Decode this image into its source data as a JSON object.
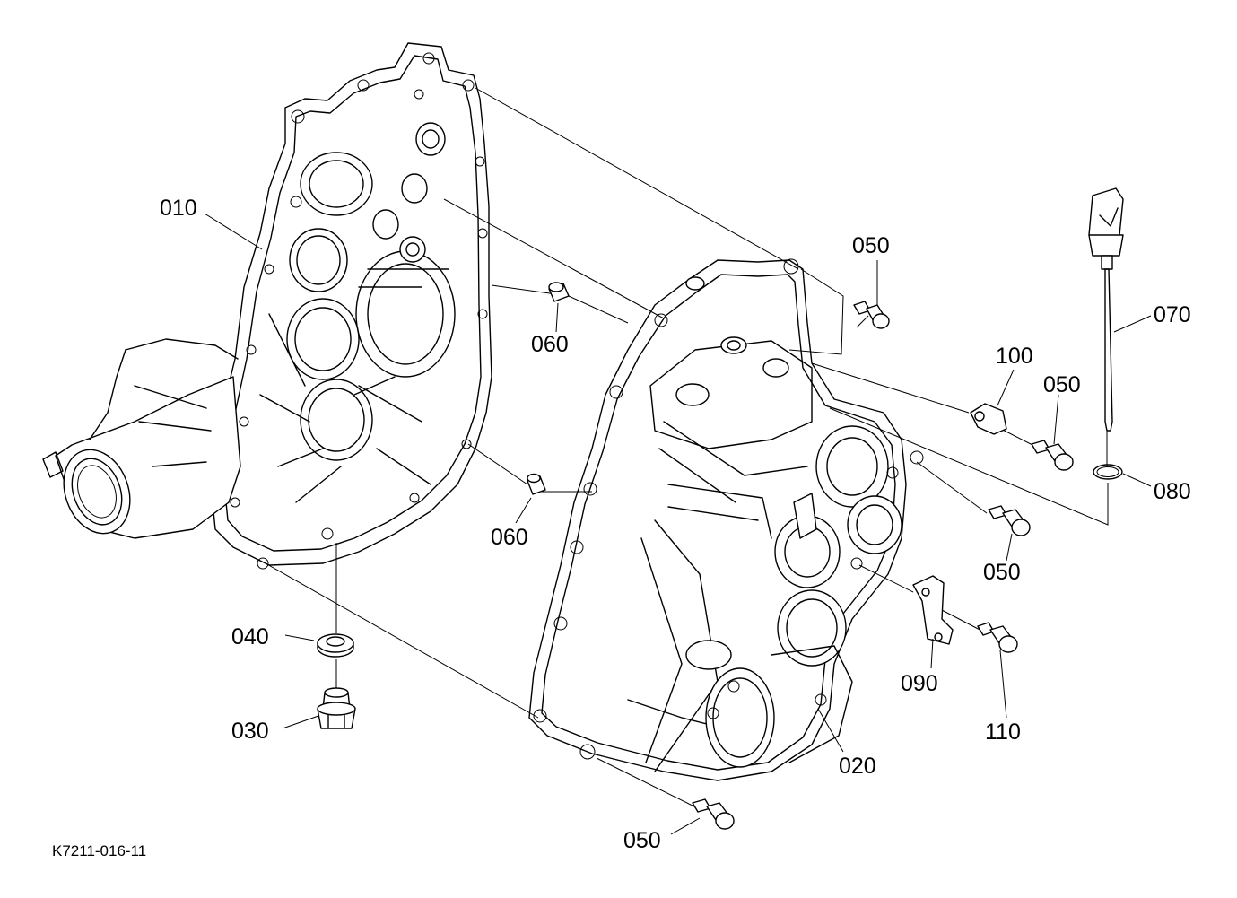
{
  "figure_code": "K7211-016-11",
  "callouts": [
    {
      "id": "010",
      "text": "010"
    },
    {
      "id": "020",
      "text": "020"
    },
    {
      "id": "030",
      "text": "030"
    },
    {
      "id": "040",
      "text": "040"
    },
    {
      "id": "050a",
      "text": "050"
    },
    {
      "id": "050b",
      "text": "050"
    },
    {
      "id": "050c",
      "text": "050"
    },
    {
      "id": "050d",
      "text": "050"
    },
    {
      "id": "060a",
      "text": "060"
    },
    {
      "id": "060b",
      "text": "060"
    },
    {
      "id": "070",
      "text": "070"
    },
    {
      "id": "080",
      "text": "080"
    },
    {
      "id": "090",
      "text": "090"
    },
    {
      "id": "100",
      "text": "100"
    },
    {
      "id": "110",
      "text": "110"
    }
  ]
}
